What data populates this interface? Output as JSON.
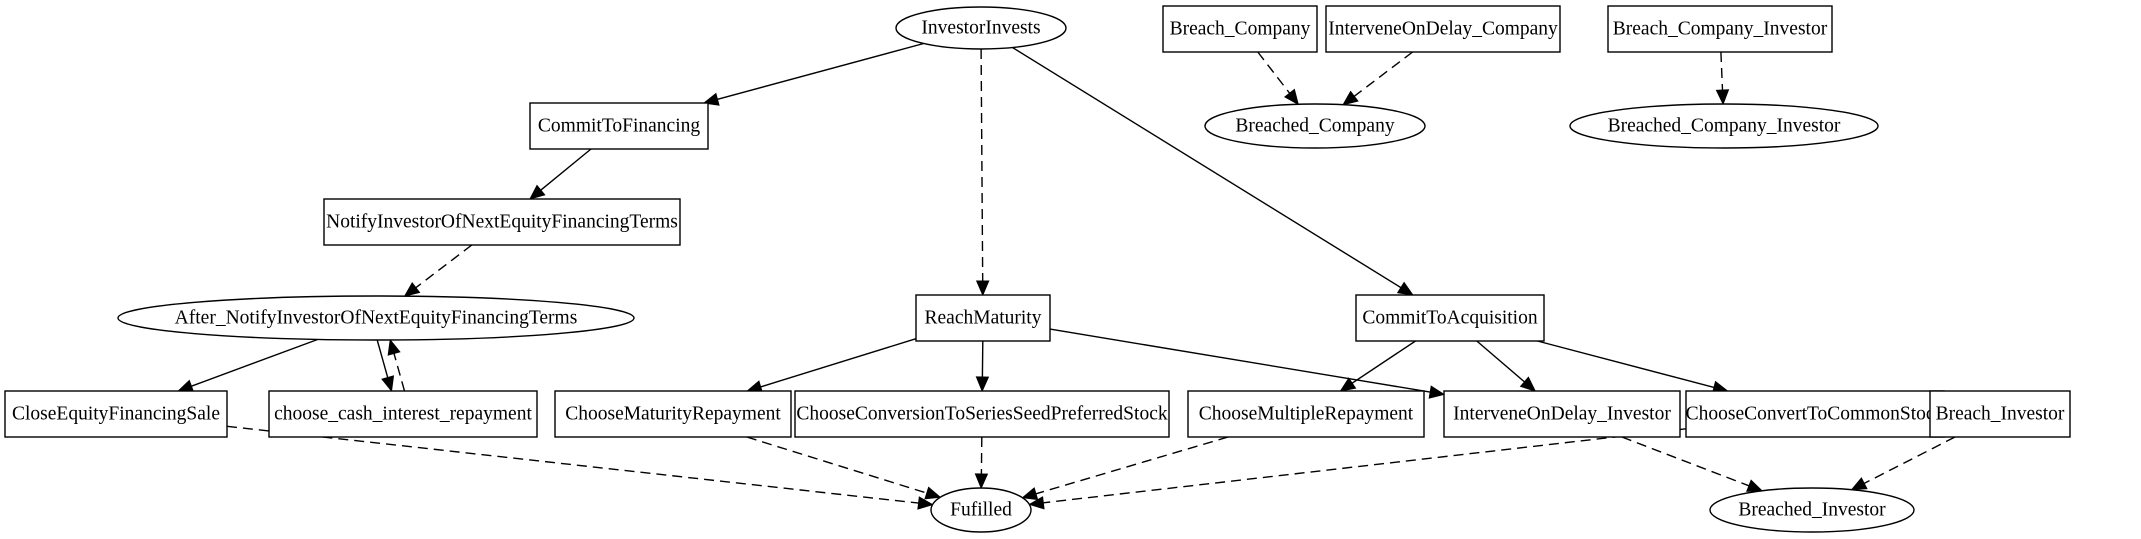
{
  "nodes": [
    {
      "id": "InvestorInvests",
      "shape": "ellipse",
      "label": "InvestorInvests"
    },
    {
      "id": "Breach_Company",
      "shape": "box",
      "label": "Breach_Company"
    },
    {
      "id": "InterveneOnDelay_Company",
      "shape": "box",
      "label": "InterveneOnDelay_Company"
    },
    {
      "id": "Breach_Company_Investor",
      "shape": "box",
      "label": "Breach_Company_Investor"
    },
    {
      "id": "CommitToFinancing",
      "shape": "box",
      "label": "CommitToFinancing"
    },
    {
      "id": "Breached_Company",
      "shape": "ellipse",
      "label": "Breached_Company"
    },
    {
      "id": "Breached_Company_Investor",
      "shape": "ellipse",
      "label": "Breached_Company_Investor"
    },
    {
      "id": "NotifyInvestorOfNextEquityFinancingTerms",
      "shape": "box",
      "label": "NotifyInvestorOfNextEquityFinancingTerms"
    },
    {
      "id": "After_NotifyInvestorOfNextEquityFinancingTerms",
      "shape": "ellipse",
      "label": "After_NotifyInvestorOfNextEquityFinancingTerms"
    },
    {
      "id": "ReachMaturity",
      "shape": "box",
      "label": "ReachMaturity"
    },
    {
      "id": "CommitToAcquisition",
      "shape": "box",
      "label": "CommitToAcquisition"
    },
    {
      "id": "CloseEquityFinancingSale",
      "shape": "box",
      "label": "CloseEquityFinancingSale"
    },
    {
      "id": "choose_cash_interest_repayment",
      "shape": "box",
      "label": "choose_cash_interest_repayment"
    },
    {
      "id": "ChooseMaturityRepayment",
      "shape": "box",
      "label": "ChooseMaturityRepayment"
    },
    {
      "id": "ChooseConversionToSeriesSeedPreferredStock",
      "shape": "box",
      "label": "ChooseConversionToSeriesSeedPreferredStock"
    },
    {
      "id": "ChooseMultipleRepayment",
      "shape": "box",
      "label": "ChooseMultipleRepayment"
    },
    {
      "id": "InterveneOnDelay_Investor",
      "shape": "box",
      "label": "InterveneOnDelay_Investor"
    },
    {
      "id": "ChooseConvertToCommonStock",
      "shape": "box",
      "label": "ChooseConvertToCommonStock"
    },
    {
      "id": "Breach_Investor",
      "shape": "box",
      "label": "Breach_Investor"
    },
    {
      "id": "Fufilled",
      "shape": "ellipse",
      "label": "Fufilled"
    },
    {
      "id": "Breached_Investor",
      "shape": "ellipse",
      "label": "Breached_Investor"
    }
  ],
  "edges": [
    {
      "from": "InvestorInvests",
      "to": "CommitToFinancing",
      "style": "solid"
    },
    {
      "from": "InvestorInvests",
      "to": "ReachMaturity",
      "style": "dashed"
    },
    {
      "from": "InvestorInvests",
      "to": "CommitToAcquisition",
      "style": "solid"
    },
    {
      "from": "Breach_Company",
      "to": "Breached_Company",
      "style": "dashed"
    },
    {
      "from": "InterveneOnDelay_Company",
      "to": "Breached_Company",
      "style": "dashed"
    },
    {
      "from": "Breach_Company_Investor",
      "to": "Breached_Company_Investor",
      "style": "dashed"
    },
    {
      "from": "CommitToFinancing",
      "to": "NotifyInvestorOfNextEquityFinancingTerms",
      "style": "solid"
    },
    {
      "from": "NotifyInvestorOfNextEquityFinancingTerms",
      "to": "After_NotifyInvestorOfNextEquityFinancingTerms",
      "style": "dashed"
    },
    {
      "from": "After_NotifyInvestorOfNextEquityFinancingTerms",
      "to": "CloseEquityFinancingSale",
      "style": "solid"
    },
    {
      "from": "After_NotifyInvestorOfNextEquityFinancingTerms",
      "to": "choose_cash_interest_repayment",
      "style": "solid"
    },
    {
      "from": "choose_cash_interest_repayment",
      "to": "After_NotifyInvestorOfNextEquityFinancingTerms",
      "style": "dashed"
    },
    {
      "from": "ReachMaturity",
      "to": "ChooseMaturityRepayment",
      "style": "solid"
    },
    {
      "from": "ReachMaturity",
      "to": "ChooseConversionToSeriesSeedPreferredStock",
      "style": "solid"
    },
    {
      "from": "ReachMaturity",
      "to": "InterveneOnDelay_Investor",
      "style": "solid"
    },
    {
      "from": "CommitToAcquisition",
      "to": "ChooseMultipleRepayment",
      "style": "solid"
    },
    {
      "from": "CommitToAcquisition",
      "to": "InterveneOnDelay_Investor",
      "style": "solid"
    },
    {
      "from": "CommitToAcquisition",
      "to": "ChooseConvertToCommonStock",
      "style": "solid"
    },
    {
      "from": "CloseEquityFinancingSale",
      "to": "Fufilled",
      "style": "dashed"
    },
    {
      "from": "ChooseMaturityRepayment",
      "to": "Fufilled",
      "style": "dashed"
    },
    {
      "from": "ChooseConversionToSeriesSeedPreferredStock",
      "to": "Fufilled",
      "style": "dashed"
    },
    {
      "from": "ChooseMultipleRepayment",
      "to": "Fufilled",
      "style": "dashed"
    },
    {
      "from": "ChooseConvertToCommonStock",
      "to": "Fufilled",
      "style": "dashed"
    },
    {
      "from": "InterveneOnDelay_Investor",
      "to": "Breached_Investor",
      "style": "dashed"
    },
    {
      "from": "Breach_Investor",
      "to": "Breached_Investor",
      "style": "dashed"
    }
  ]
}
